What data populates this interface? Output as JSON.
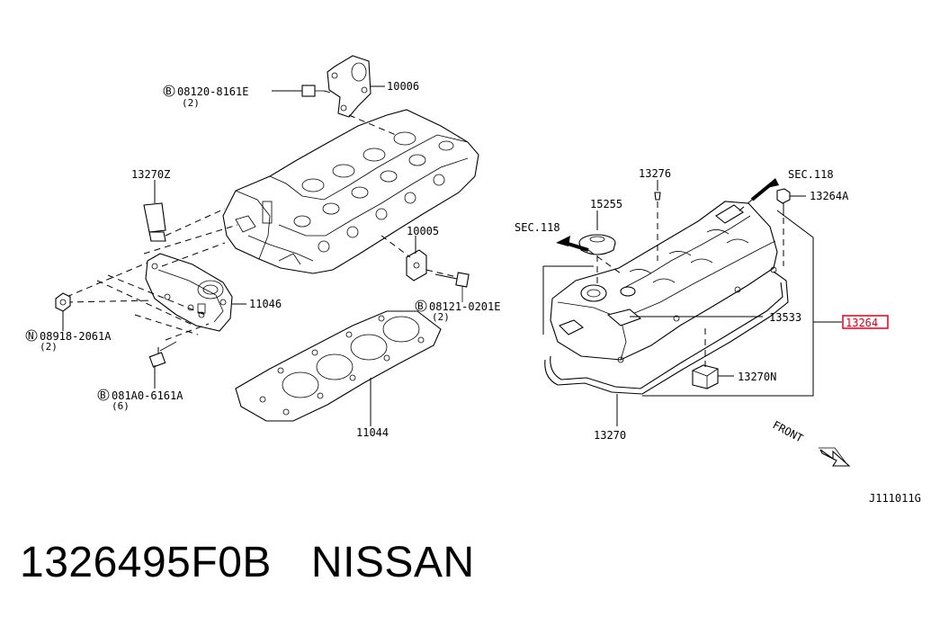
{
  "diagram": {
    "labels": {
      "p10006": "10006",
      "b08120": "08120-8161E",
      "b08120_qty": "(2)",
      "p13270z": "13270Z",
      "p10005": "10005",
      "b08121": "08121-0201E",
      "b08121_qty": "(2)",
      "p11046": "11046",
      "n08918": "08918-2061A",
      "n08918_qty": "(2)",
      "b081a0": "081A0-6161A",
      "b081a0_qty": "(6)",
      "p11044": "11044",
      "p13276": "13276",
      "sec118_right": "SEC.118",
      "p13264a": "13264A",
      "p15255": "15255",
      "sec118_left": "SEC.118",
      "p13533": "13533",
      "p13264": "13264",
      "p13270n": "13270N",
      "p13270": "13270",
      "front": "FRONT",
      "diagram_code": "J111011G"
    },
    "markers": {
      "b": "B",
      "n": "N"
    },
    "highlight_color": "#e0001b"
  },
  "footer": {
    "part_number": "1326495F0B",
    "brand": "NISSAN"
  }
}
